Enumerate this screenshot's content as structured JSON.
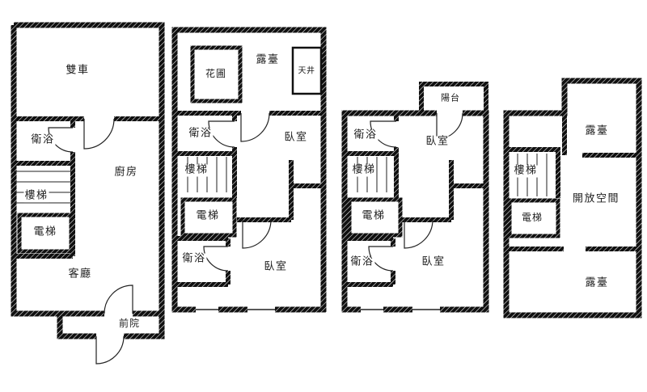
{
  "drawing": {
    "kind": "architectural-floor-plan",
    "floors": [
      {
        "id": "floor-1",
        "rooms": {
          "garage": "雙車",
          "bathroom": "衛浴",
          "kitchen": "廚房",
          "stairs": "樓梯",
          "elevator": "電梯",
          "living_room": "客廳",
          "front_yard": "前院"
        }
      },
      {
        "id": "floor-2",
        "rooms": {
          "flower_bed": "花圃",
          "terrace": "露臺",
          "light_well": "天井",
          "bathroom_upper": "衛浴",
          "bedroom_upper": "臥室",
          "stairs": "樓梯",
          "elevator": "電梯",
          "bathroom_lower": "衛浴",
          "bedroom_lower": "臥室"
        }
      },
      {
        "id": "floor-3",
        "rooms": {
          "balcony": "陽台",
          "bathroom_upper": "衛浴",
          "bedroom_upper": "臥室",
          "stairs": "樓梯",
          "elevator": "電梯",
          "bathroom_lower": "衛浴",
          "bedroom_lower": "臥室"
        }
      },
      {
        "id": "floor-4",
        "rooms": {
          "terrace_upper": "露臺",
          "stairs": "樓梯",
          "open_space": "開放空間",
          "elevator": "電梯",
          "terrace_lower": "露臺"
        }
      }
    ]
  },
  "colors": {
    "wall": "#101010",
    "line": "#222222",
    "background": "#ffffff"
  }
}
